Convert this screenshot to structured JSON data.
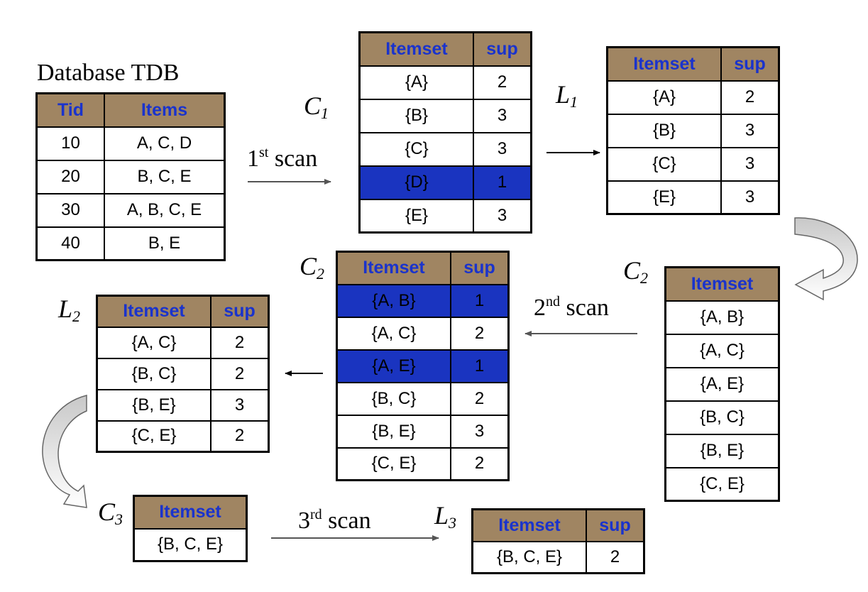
{
  "headers": {
    "itemset": "Itemset",
    "sup": "sup",
    "tid": "Tid",
    "items": "Items"
  },
  "database": {
    "title": "Database TDB",
    "rows": [
      {
        "tid": "10",
        "items": "A, C, D"
      },
      {
        "tid": "20",
        "items": "B, C, E"
      },
      {
        "tid": "30",
        "items": "A, B, C, E"
      },
      {
        "tid": "40",
        "items": "B, E"
      }
    ]
  },
  "labels": {
    "c1": {
      "letter": "C",
      "sub": "1"
    },
    "l1": {
      "letter": "L",
      "sub": "1"
    },
    "c2_candidates": {
      "letter": "C",
      "sub": "2"
    },
    "c2_counted": {
      "letter": "C",
      "sub": "2"
    },
    "l2": {
      "letter": "L",
      "sub": "2"
    },
    "c3": {
      "letter": "C",
      "sub": "3"
    },
    "l3": {
      "letter": "L",
      "sub": "3"
    }
  },
  "scans": {
    "first": {
      "num": "1",
      "ord": "st",
      "text": " scan"
    },
    "second": {
      "num": "2",
      "ord": "nd",
      "text": " scan"
    },
    "third": {
      "num": "3",
      "ord": "rd",
      "text": " scan"
    }
  },
  "c1": {
    "rows": [
      {
        "itemset": "{A}",
        "sup": "2",
        "highlight": false
      },
      {
        "itemset": "{B}",
        "sup": "3",
        "highlight": false
      },
      {
        "itemset": "{C}",
        "sup": "3",
        "highlight": false
      },
      {
        "itemset": "{D}",
        "sup": "1",
        "highlight": true
      },
      {
        "itemset": "{E}",
        "sup": "3",
        "highlight": false
      }
    ]
  },
  "l1": {
    "rows": [
      {
        "itemset": "{A}",
        "sup": "2"
      },
      {
        "itemset": "{B}",
        "sup": "3"
      },
      {
        "itemset": "{C}",
        "sup": "3"
      },
      {
        "itemset": "{E}",
        "sup": "3"
      }
    ]
  },
  "c2_candidates": {
    "rows": [
      {
        "itemset": "{A, B}"
      },
      {
        "itemset": "{A, C}"
      },
      {
        "itemset": "{A, E}"
      },
      {
        "itemset": "{B, C}"
      },
      {
        "itemset": "{B, E}"
      },
      {
        "itemset": "{C, E}"
      }
    ]
  },
  "c2_counted": {
    "rows": [
      {
        "itemset": "{A, B}",
        "sup": "1",
        "highlight": true
      },
      {
        "itemset": "{A, C}",
        "sup": "2",
        "highlight": false
      },
      {
        "itemset": "{A, E}",
        "sup": "1",
        "highlight": true
      },
      {
        "itemset": "{B, C}",
        "sup": "2",
        "highlight": false
      },
      {
        "itemset": "{B, E}",
        "sup": "3",
        "highlight": false
      },
      {
        "itemset": "{C, E}",
        "sup": "2",
        "highlight": false
      }
    ]
  },
  "l2": {
    "rows": [
      {
        "itemset": "{A, C}",
        "sup": "2"
      },
      {
        "itemset": "{B, C}",
        "sup": "2"
      },
      {
        "itemset": "{B, E}",
        "sup": "3"
      },
      {
        "itemset": "{C, E}",
        "sup": "2"
      }
    ]
  },
  "c3": {
    "rows": [
      {
        "itemset": "{B, C, E}"
      }
    ]
  },
  "l3": {
    "rows": [
      {
        "itemset": "{B, C, E}",
        "sup": "2"
      }
    ]
  },
  "colors": {
    "header_bg": "#a08562",
    "header_text": "#1a33cc",
    "highlight_bg": "#1a34c0"
  }
}
